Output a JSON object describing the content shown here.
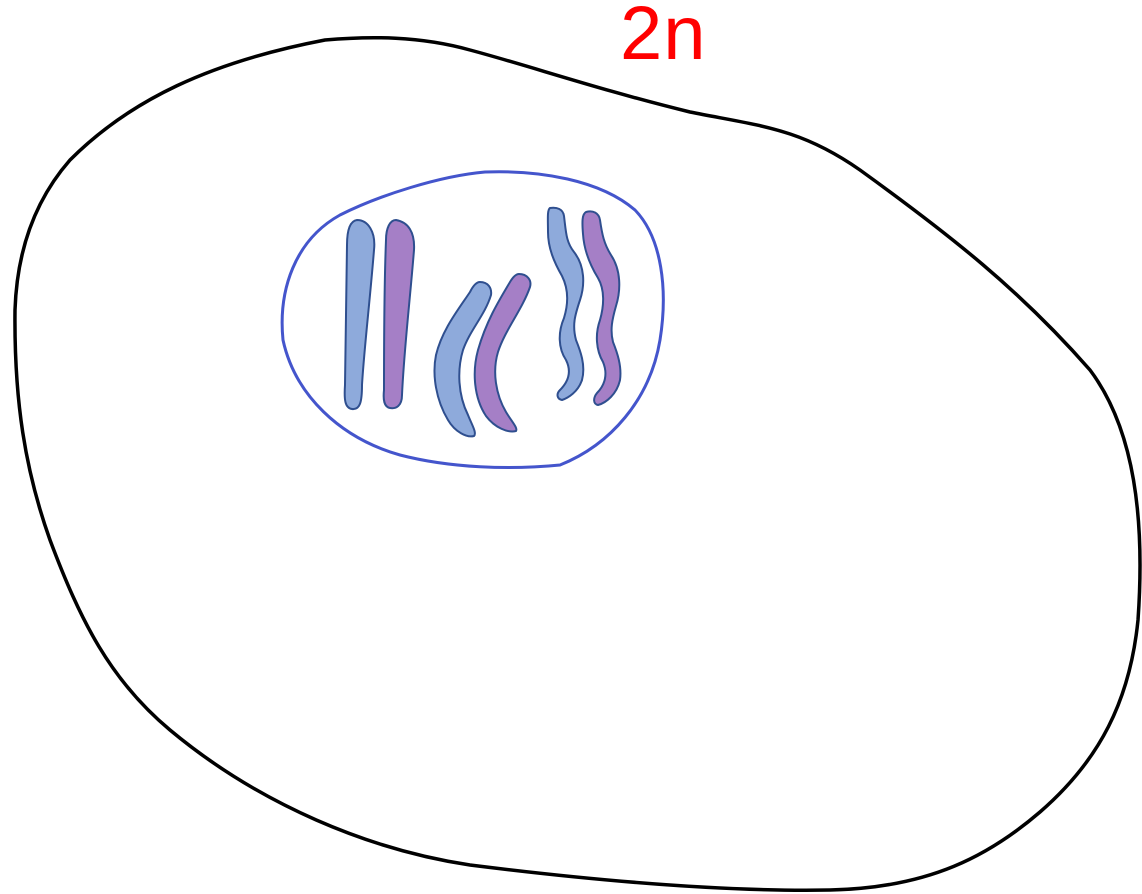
{
  "diagram": {
    "label": "2n",
    "colors": {
      "label": "#ff0000",
      "cell_membrane": "#000000",
      "nuclear_envelope": "#4455cc",
      "chromosome_maternal": "#8eaadb",
      "chromosome_paternal": "#a57fc6",
      "chromosome_outline": "#2f4f8f"
    },
    "chromosome_pairs": 3,
    "chromosome_count": 6
  }
}
